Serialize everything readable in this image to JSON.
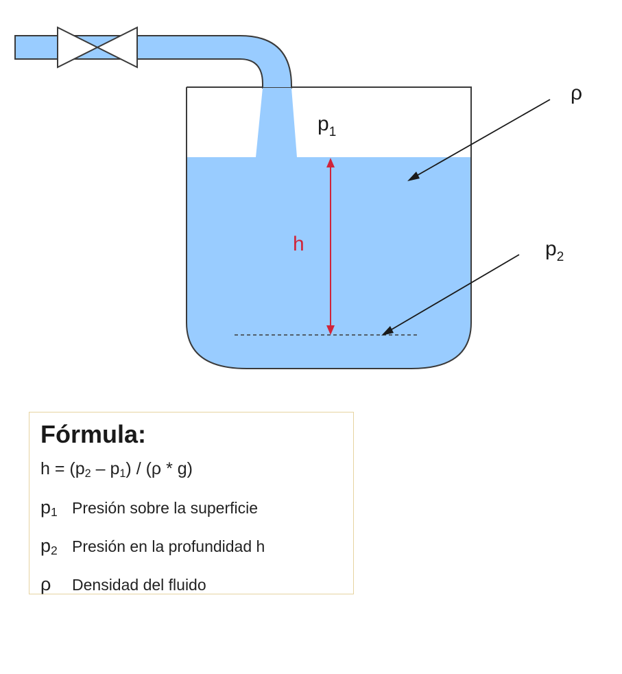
{
  "labels": {
    "p1_base": "p",
    "p1_sub": "1",
    "rho": "ρ",
    "p2_base": "p",
    "p2_sub": "2",
    "h": "h"
  },
  "formula": {
    "title": "Fórmula:",
    "eq_prefix": "h = (p",
    "eq_sub1": "2",
    "eq_mid": " – p",
    "eq_sub2": "1",
    "eq_suffix": ") / (ρ * g)",
    "legend": [
      {
        "symbol_base": "p",
        "symbol_sub": "1",
        "text": "Presión sobre la superficie"
      },
      {
        "symbol_base": "p",
        "symbol_sub": "2",
        "text": "Presión en la profundidad h"
      },
      {
        "symbol_base": "ρ",
        "symbol_sub": "",
        "text": "Densidad del fluido"
      }
    ]
  },
  "colors": {
    "water": "#99ccff",
    "outline": "#3a3a3a",
    "arrow": "#d0243a",
    "box_border": "#e6d3a0"
  }
}
